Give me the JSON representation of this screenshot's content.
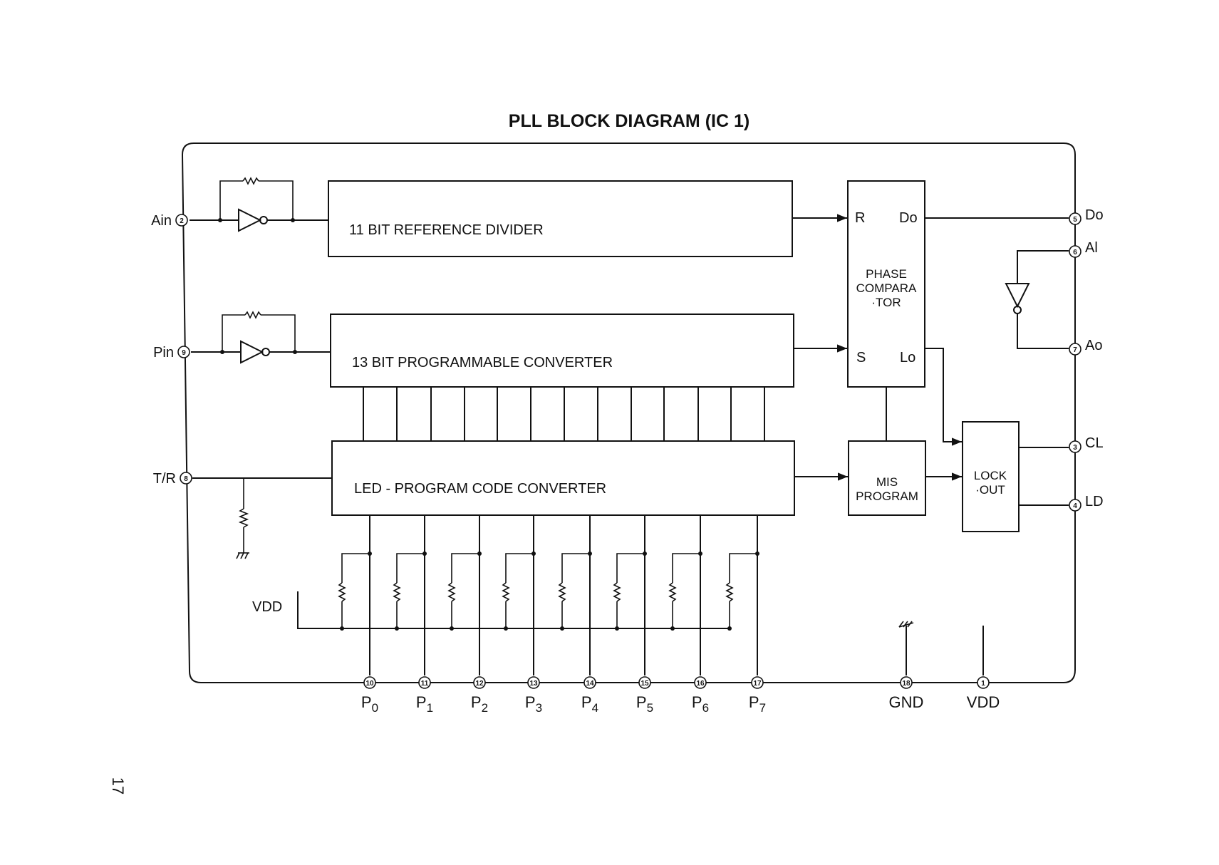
{
  "title": "PLL BLOCK DIAGRAM (IC 1)",
  "page_number": "17",
  "blocks": {
    "ref_divider": "11 BIT REFERENCE DIVIDER",
    "prog_converter": "13 BIT PROGRAMMABLE CONVERTER",
    "led_converter": "LED - PROGRAM CODE CONVERTER",
    "phase_comparator": {
      "r": "R",
      "do": "Do",
      "line1": "PHASE",
      "line2": "COMPARA",
      "line3": "·TOR",
      "s": "S",
      "lo": "Lo"
    },
    "mis_program": {
      "line1": "MIS",
      "line2": "PROGRAM"
    },
    "lock_out": {
      "line1": "LOCK",
      "line2": "·OUT"
    }
  },
  "left_pins": [
    {
      "name": "Ain",
      "number": "2"
    },
    {
      "name": "Pin",
      "number": "9"
    },
    {
      "name": "T/R",
      "number": "8"
    }
  ],
  "right_pins": [
    {
      "name": "Do",
      "number": "5"
    },
    {
      "name": "Al",
      "number": "6"
    },
    {
      "name": "Ao",
      "number": "7"
    },
    {
      "name": "CL",
      "number": "3"
    },
    {
      "name": "LD",
      "number": "4"
    }
  ],
  "bottom_pins": [
    {
      "name": "P",
      "sub": "0",
      "number": "10"
    },
    {
      "name": "P",
      "sub": "1",
      "number": "11"
    },
    {
      "name": "P",
      "sub": "2",
      "number": "12"
    },
    {
      "name": "P",
      "sub": "3",
      "number": "13"
    },
    {
      "name": "P",
      "sub": "4",
      "number": "14"
    },
    {
      "name": "P",
      "sub": "5",
      "number": "15"
    },
    {
      "name": "P",
      "sub": "6",
      "number": "16"
    },
    {
      "name": "P",
      "sub": "7",
      "number": "17"
    },
    {
      "name": "GND",
      "sub": "",
      "number": "18"
    },
    {
      "name": "VDD",
      "sub": "",
      "number": "1"
    }
  ],
  "vdd_label": "VDD"
}
